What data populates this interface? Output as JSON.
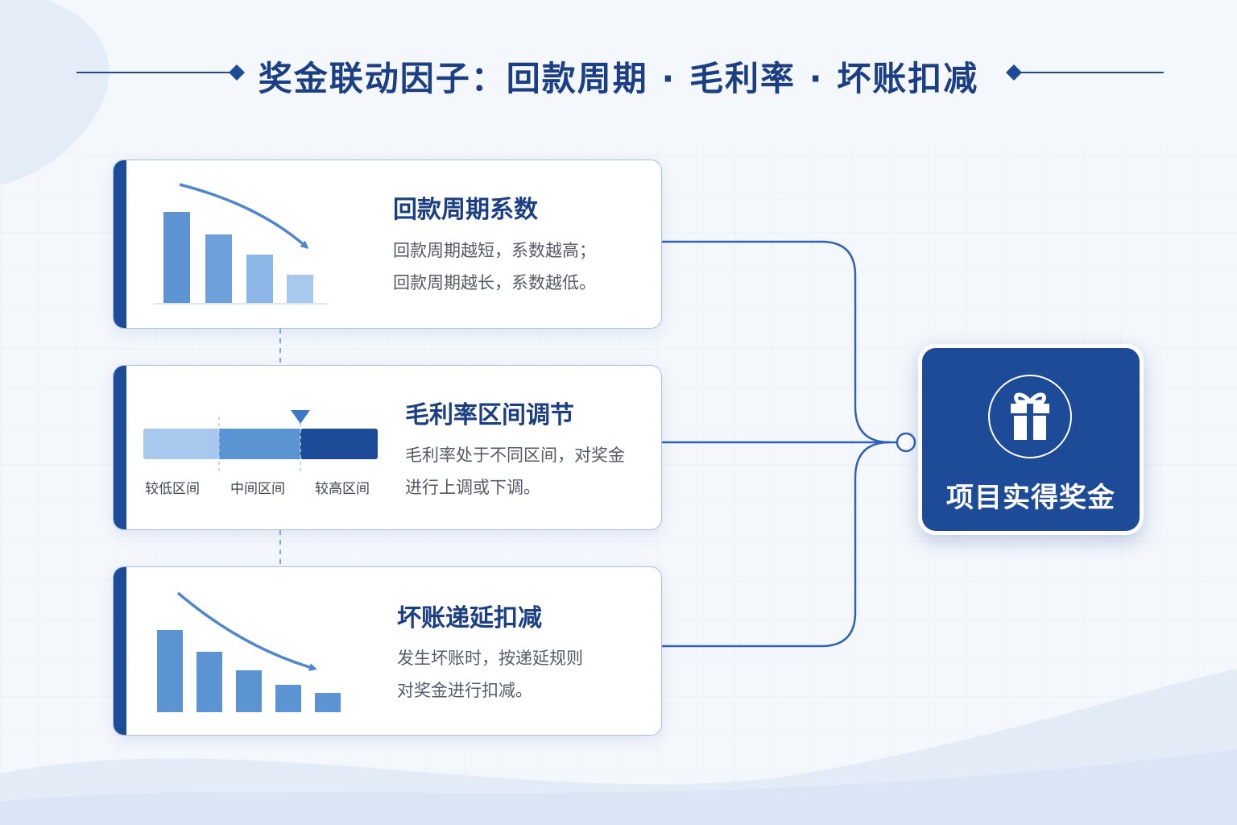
{
  "title": "奖金联动因子：回款周期 · 毛利率 · 坏账扣减",
  "cards": [
    {
      "title": "回款周期系数",
      "desc": [
        "回款周期越短，系数越高；",
        "回款周期越长，系数越低。"
      ],
      "icon": "descending-bar-chart-icon"
    },
    {
      "title": "毛利率区间调节",
      "desc": [
        "毛利率处于不同区间，对奖金",
        "进行上调或下调。"
      ],
      "ranges": [
        "较低区间",
        "中间区间",
        "较高区间"
      ],
      "selected_range": "较高区间",
      "icon": "range-bar-icon"
    },
    {
      "title": "坏账递延扣减",
      "desc": [
        "发生坏账时，按递延规则",
        "对奖金进行扣减。"
      ],
      "icon": "descending-bar-chart-icon"
    }
  ],
  "result": {
    "label": "项目实得奖金",
    "icon": "gift-icon"
  },
  "colors": {
    "primary": "#1d4b98",
    "title": "#1b3f82",
    "bar_dark": "#5b93d3",
    "bar_mid": "#7aaae0",
    "bar_light": "#a8c8ee",
    "connector": "#2f62b5",
    "background": "#f4f7fc"
  }
}
